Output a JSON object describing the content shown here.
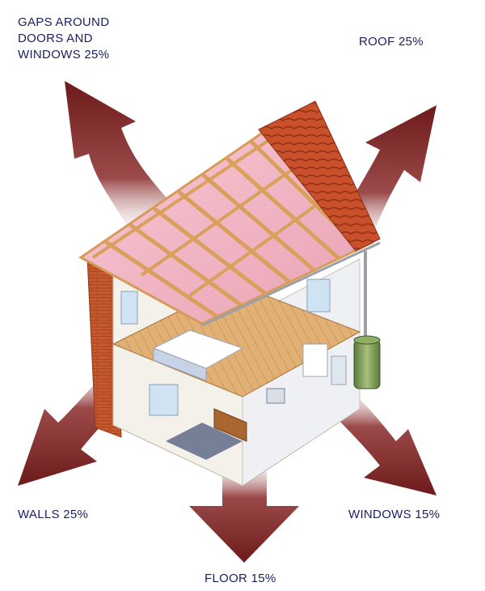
{
  "labels": {
    "gaps": [
      "GAPS AROUND",
      "DOORS AND",
      "WINDOWS 25%"
    ],
    "roof": "ROOF 25%",
    "walls": "WALLS 25%",
    "windows": "WINDOWS 15%",
    "floor": "FLOOR 15%"
  },
  "colors": {
    "arrow": "#7b1e1e",
    "label_text": "#1b1f5c",
    "roof_tiles": "#c9502a",
    "insulation": "#f2b7c4",
    "timber": "#d9a05b",
    "brick": "#c65a2e",
    "water_tank": "#7c9a52"
  }
}
